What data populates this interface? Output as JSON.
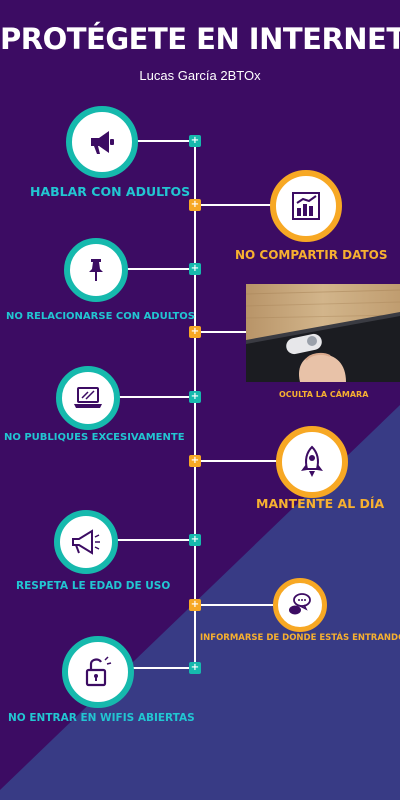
{
  "title": "PROTÉGETE EN INTERNET",
  "subtitle": "Lucas García 2BTOx",
  "node_symbol": "+",
  "colors": {
    "background": "#3c0c63",
    "background_lower": "#383b85",
    "teal": "#16b9ad",
    "orange": "#f7a824",
    "label_teal": "#22c6d2",
    "label_orange": "#f7b030",
    "icon": "#3c0c63"
  },
  "tips": [
    {
      "label": "HABLAR CON ADULTOS",
      "side": "left",
      "icon": "megaphone-icon"
    },
    {
      "label": "NO COMPARTIR DATOS",
      "side": "right",
      "icon": "bar-chart-icon"
    },
    {
      "label": "NO RELACIONARSE CON ADULTOS",
      "side": "left",
      "icon": "pin-icon"
    },
    {
      "label": "OCULTA LA CÁMARA",
      "side": "right",
      "icon": "webcam-cover-photo"
    },
    {
      "label": "NO PUBLIQUES EXCESIVAMENTE",
      "side": "left",
      "icon": "laptop-icon"
    },
    {
      "label": "MANTENTE AL DÍA",
      "side": "right",
      "icon": "rocket-icon"
    },
    {
      "label": "RESPETA LE EDAD DE USO",
      "side": "left",
      "icon": "loudspeaker-icon"
    },
    {
      "label": "INFORMARSE DE DONDE ESTÁS ENTRANDO",
      "side": "right",
      "icon": "chat-bubbles-icon"
    },
    {
      "label": "NO ENTRAR EN WIFIS ABIERTAS",
      "side": "left",
      "icon": "unlocked-padlock-icon"
    }
  ]
}
